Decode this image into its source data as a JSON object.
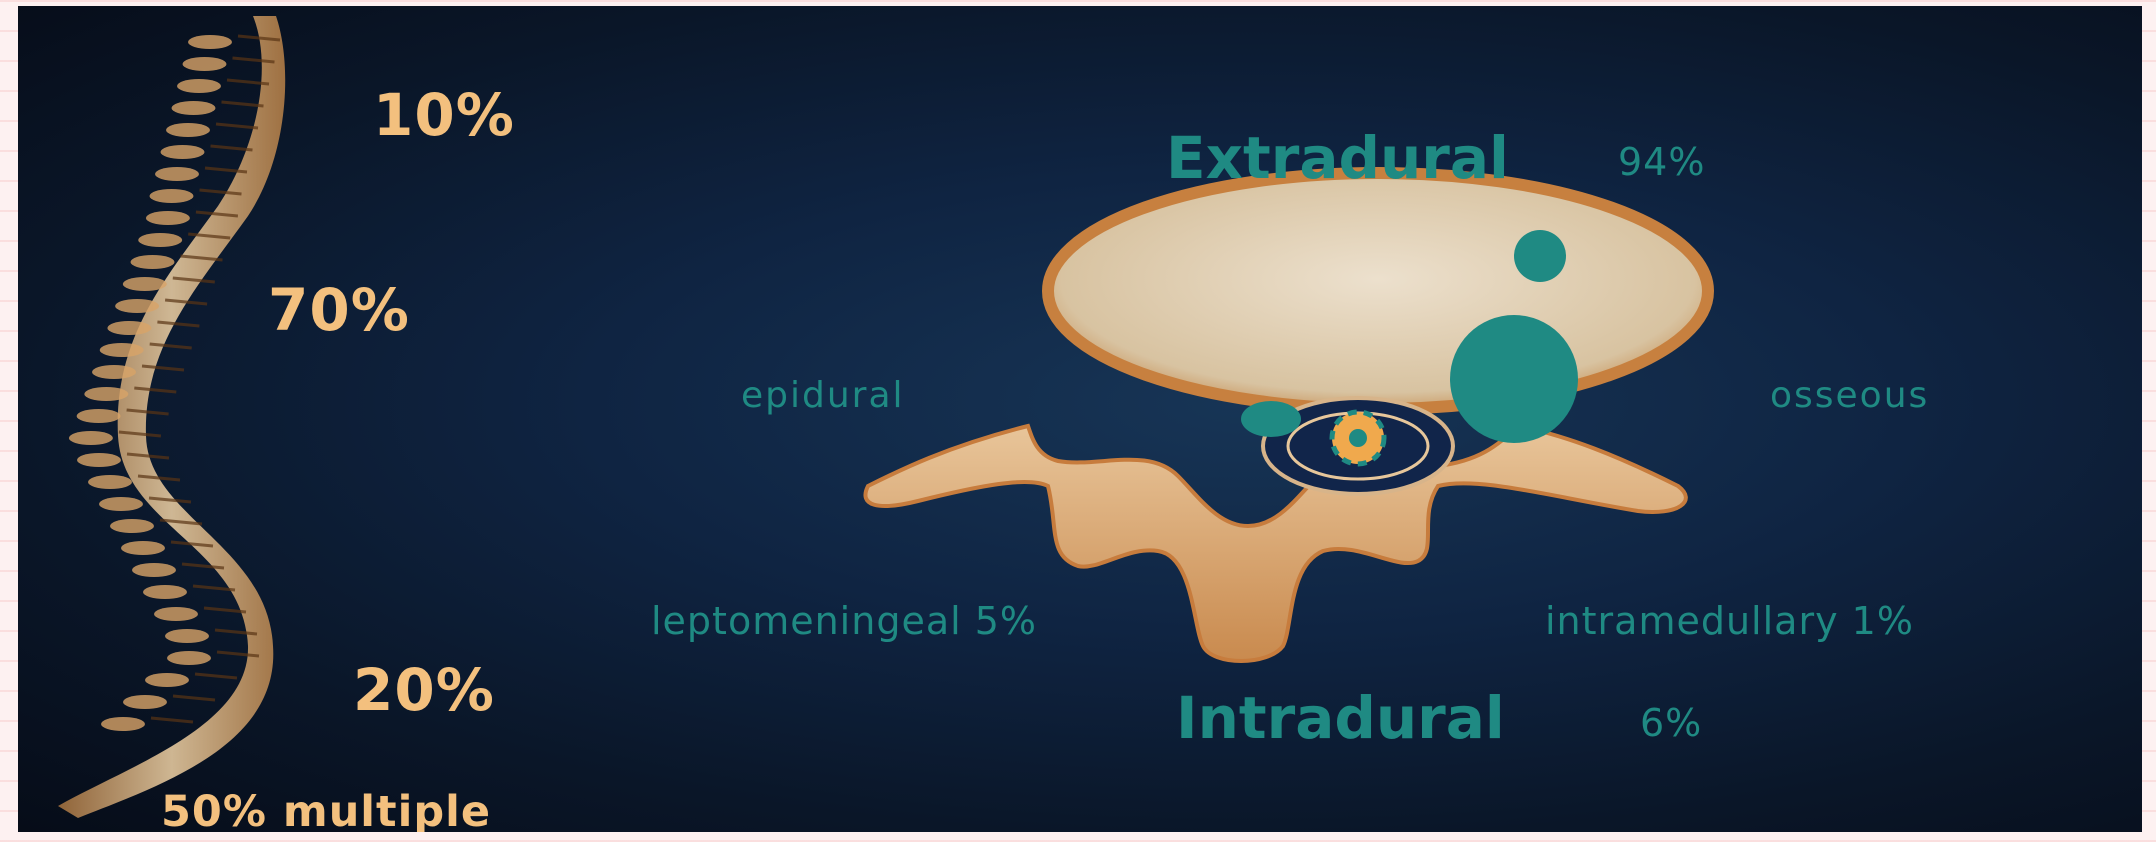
{
  "spine": {
    "cervical_pct": "10%",
    "thoracic_pct": "70%",
    "lumbar_pct": "20%",
    "multiple_label": "50% multiple"
  },
  "vertebra": {
    "extradural_title": "Extradural",
    "extradural_pct": "94%",
    "epidural_label": "epidural",
    "osseous_label": "osseous",
    "leptomeningeal_label": "leptomeningeal 5%",
    "intramedullary_label": "intramedullary 1%",
    "intradural_title": "Intradural",
    "intradural_pct": "6%"
  },
  "colors": {
    "bone": "#ddc9a8",
    "bone_edge": "#c8864a",
    "teal": "#1f8a83",
    "label_orange": "#f3c07e",
    "background": "#0f2442"
  }
}
